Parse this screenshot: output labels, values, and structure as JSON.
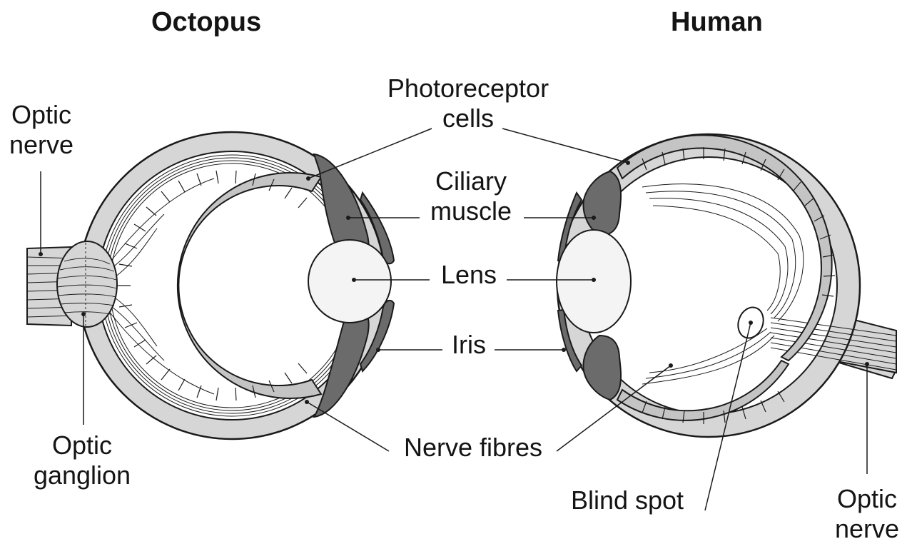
{
  "titles": {
    "octopus": "Octopus",
    "human": "Human"
  },
  "labels": {
    "optic_nerve_left": [
      "Optic",
      "nerve"
    ],
    "optic_ganglion": [
      "Optic",
      "ganglion"
    ],
    "photoreceptor_cells": [
      "Photoreceptor",
      "cells"
    ],
    "ciliary_muscle": [
      "Ciliary",
      "muscle"
    ],
    "lens": "Lens",
    "iris": "Iris",
    "nerve_fibres": "Nerve fibres",
    "blind_spot": "Blind spot",
    "optic_nerve_right": [
      "Optic",
      "nerve"
    ]
  },
  "colors": {
    "outline": "#1a1a1a",
    "sclera": "#d6d6d6",
    "photoreceptor_fill": "#c4c4c4",
    "ciliary_iris": "#6b6b6b",
    "lens": "#f4f4f4",
    "background": "#ffffff"
  }
}
